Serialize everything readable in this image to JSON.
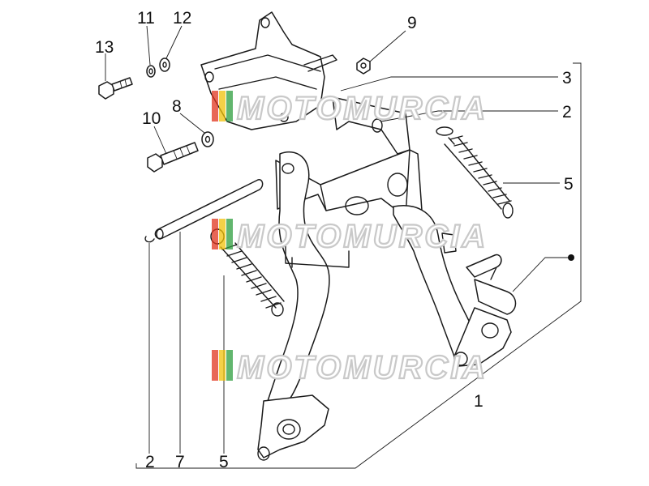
{
  "watermark": {
    "text": "MOTOMURCIA",
    "colors": {
      "red": "#e0341e",
      "yellow": "#f2c20a",
      "green": "#2e9e3e",
      "outline": "#c9c9c9"
    }
  },
  "labels": {
    "p13": "13",
    "p11": "11",
    "p12": "12",
    "p9": "9",
    "p3": "3",
    "p2_top": "2",
    "p8": "8",
    "p10": "10",
    "p5_right": "5",
    "p1": "1",
    "p2_bottom": "2",
    "p7": "7",
    "p5_bottom": "5"
  },
  "colors": {
    "line": "#1a1a1a",
    "background": "#ffffff"
  }
}
